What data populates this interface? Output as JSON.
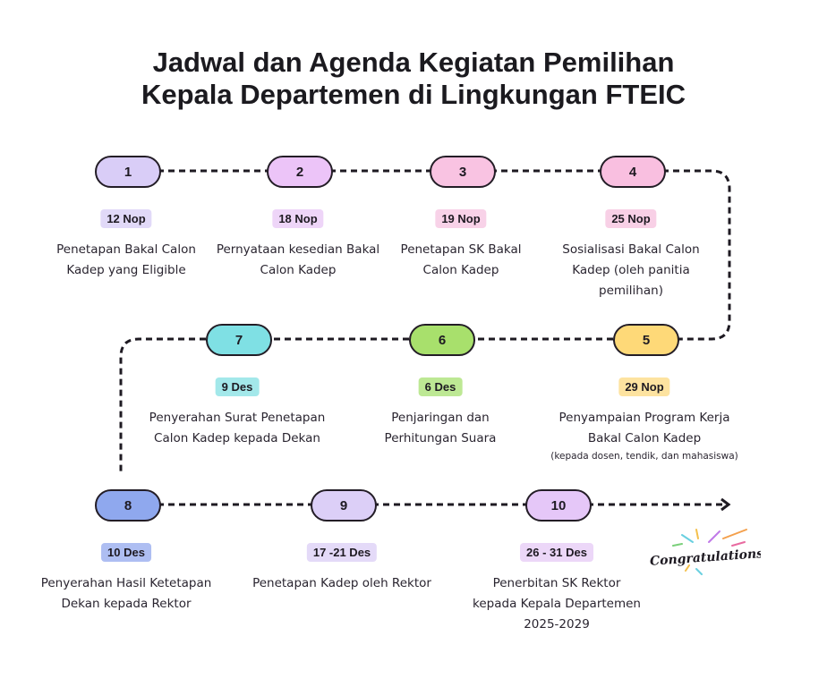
{
  "title": [
    "Jadwal dan Agenda Kegiatan Pemilihan",
    "Kepala Departemen di Lingkungan FTEIC"
  ],
  "steps": [
    {
      "number": "1",
      "date": "12 Nop",
      "desc": [
        "Penetapan Bakal Calon",
        "Kadep yang Eligible"
      ],
      "color": "#d9cdf7",
      "badge": "#e1d9f8"
    },
    {
      "number": "2",
      "date": "18 Nop",
      "desc": [
        "Pernyataan kesedian Bakal",
        "Calon Kadep"
      ],
      "color": "#ecc4f8",
      "badge": "#eed5f8"
    },
    {
      "number": "3",
      "date": "19 Nop",
      "desc": [
        "Penetapan SK Bakal",
        "Calon Kadep"
      ],
      "color": "#f9c3e2",
      "badge": "#f8d2e8"
    },
    {
      "number": "4",
      "date": "25  Nop",
      "desc": [
        "Sosialisasi Bakal Calon",
        "Kadep (oleh panitia",
        "pemilihan)"
      ],
      "color": "#f9bfe0",
      "badge": "#f8d0e6"
    },
    {
      "number": "5",
      "date": "29 Nop",
      "desc": [
        "Penyampaian Program Kerja",
        "Bakal Calon Kadep"
      ],
      "note": "(kepada dosen, tendik, dan mahasiswa)",
      "color": "#fed978",
      "badge": "#fde3a0"
    },
    {
      "number": "6",
      "date": "6 Des",
      "desc": [
        "Penjaringan dan",
        "Perhitungan Suara"
      ],
      "color": "#a8e06c",
      "badge": "#bde894"
    },
    {
      "number": "7",
      "date": "9 Des",
      "desc": [
        "Penyerahan Surat Penetapan",
        "Calon Kadep kepada Dekan"
      ],
      "color": "#7fe0e4",
      "badge": "#a3e8ea"
    },
    {
      "number": "8",
      "date": "10 Des",
      "desc": [
        "Penyerahan Hasil Ketetapan",
        "Dekan kepada Rektor"
      ],
      "color": "#8fa8ee",
      "badge": "#aebef2"
    },
    {
      "number": "9",
      "date": "17 -21 Des",
      "desc": [
        "Penetapan Kadep oleh Rektor"
      ],
      "color": "#dccff7",
      "badge": "#e4daf8"
    },
    {
      "number": "10",
      "date": "26 - 31 Des",
      "desc": [
        "Penerbitan SK Rektor",
        "kepada Kepala Departemen",
        "2025-2029"
      ],
      "color": "#e5c7f8",
      "badge": "#ecd7f8"
    }
  ],
  "congrats_text": "Congratulations!"
}
